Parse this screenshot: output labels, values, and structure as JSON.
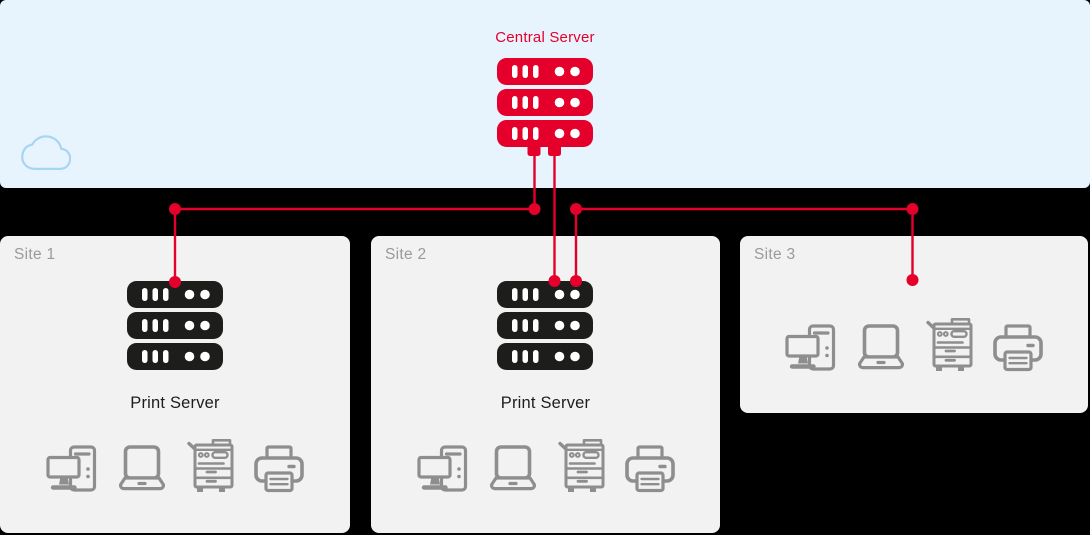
{
  "cloud": {
    "label": "Central Server",
    "icon": "server-stack-icon",
    "decorations": [
      "cloud-icon"
    ]
  },
  "sites": [
    {
      "label": "Site 1",
      "has_print_server": true,
      "server_label": "Print Server",
      "server_icon": "server-stack-icon",
      "devices": [
        "desktop-computer",
        "laptop",
        "multifunction-printer",
        "printer"
      ]
    },
    {
      "label": "Site 2",
      "has_print_server": true,
      "server_label": "Print Server",
      "server_icon": "server-stack-icon",
      "devices": [
        "desktop-computer",
        "laptop",
        "multifunction-printer",
        "printer"
      ]
    },
    {
      "label": "Site 3",
      "has_print_server": false,
      "devices": [
        "desktop-computer",
        "laptop",
        "multifunction-printer",
        "printer"
      ]
    }
  ],
  "connections": [
    {
      "from": "central-server",
      "to": "site-1-print-server"
    },
    {
      "from": "central-server",
      "to": "site-2-print-server"
    },
    {
      "from": "junction",
      "to": "site-2-print-server"
    },
    {
      "from": "junction",
      "to": "site-3"
    }
  ],
  "colors": {
    "page_background": "#000000",
    "cloud_background": "#e8f4fd",
    "site_background": "#f2f2f2",
    "accent_red": "#e4002b",
    "server_black": "#1d1d1b",
    "device_gray": "#8e8e8e",
    "site_label_gray": "#9a9a9a",
    "cloud_outline_blue": "#a9d5f4",
    "text_dark": "#1d1d1b"
  }
}
